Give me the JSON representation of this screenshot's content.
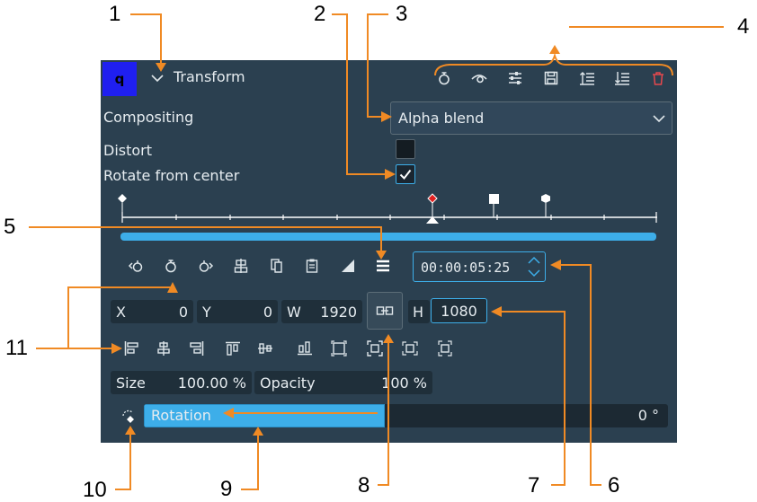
{
  "callouts": [
    "1",
    "2",
    "3",
    "4",
    "5",
    "6",
    "7",
    "8",
    "9",
    "10",
    "11"
  ],
  "effect": {
    "logo_letter": "q",
    "title": "Transform"
  },
  "header_icons": [
    "keyframe-toggle-icon",
    "eye-icon",
    "sliders-icon",
    "save-icon",
    "collapse-up-icon",
    "collapse-down-icon",
    "trash-icon"
  ],
  "rows": {
    "compositing_label": "Compositing",
    "compositing_value": "Alpha blend",
    "distort_label": "Distort",
    "distort_checked": false,
    "rotate_label": "Rotate from center",
    "rotate_checked": true
  },
  "timecode": "00:00:05:25",
  "fields": {
    "x_label": "X",
    "x_value": "0",
    "y_label": "Y",
    "y_value": "0",
    "w_label": "W",
    "w_value": "1920",
    "h_label": "H",
    "h_value": "1080",
    "size_label": "Size",
    "size_value": "100.00 %",
    "opacity_label": "Opacity",
    "opacity_value": "100 %",
    "rotation_label": "Rotation",
    "rotation_value": "0 °"
  },
  "rotation_fill": 0.46,
  "colors": {
    "panel": "#2b4050",
    "accent": "#3daee9",
    "annotation": "#f08a24",
    "logo_bg": "#1f1ff0",
    "trash": "#e5484d"
  }
}
